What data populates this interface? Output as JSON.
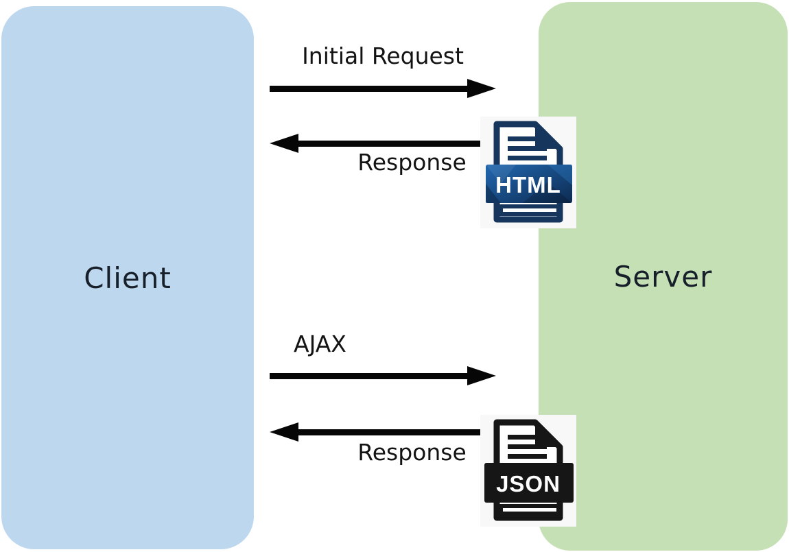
{
  "diagram": {
    "client": {
      "label": "Client"
    },
    "server": {
      "label": "Server"
    },
    "messages": [
      {
        "label": "Initial Request",
        "direction": "client-to-server"
      },
      {
        "label": "Response",
        "direction": "server-to-client",
        "payload_icon": "HTML"
      },
      {
        "label": "AJAX",
        "direction": "client-to-server"
      },
      {
        "label": "Response",
        "direction": "server-to-client",
        "payload_icon": "JSON"
      }
    ],
    "icons": {
      "html": {
        "label": "HTML"
      },
      "json": {
        "label": "JSON"
      }
    },
    "colors": {
      "client_fill": "#bdd7ee",
      "server_fill": "#c5e0b4",
      "arrow": "#060606",
      "text": "#131313",
      "html_icon_navy": "#17365d",
      "html_banner_blue": "#1d5a9e",
      "html_banner_dark": "#0d2b52",
      "json_icon_black": "#161616",
      "icon_label_text": "#ffffff"
    }
  }
}
